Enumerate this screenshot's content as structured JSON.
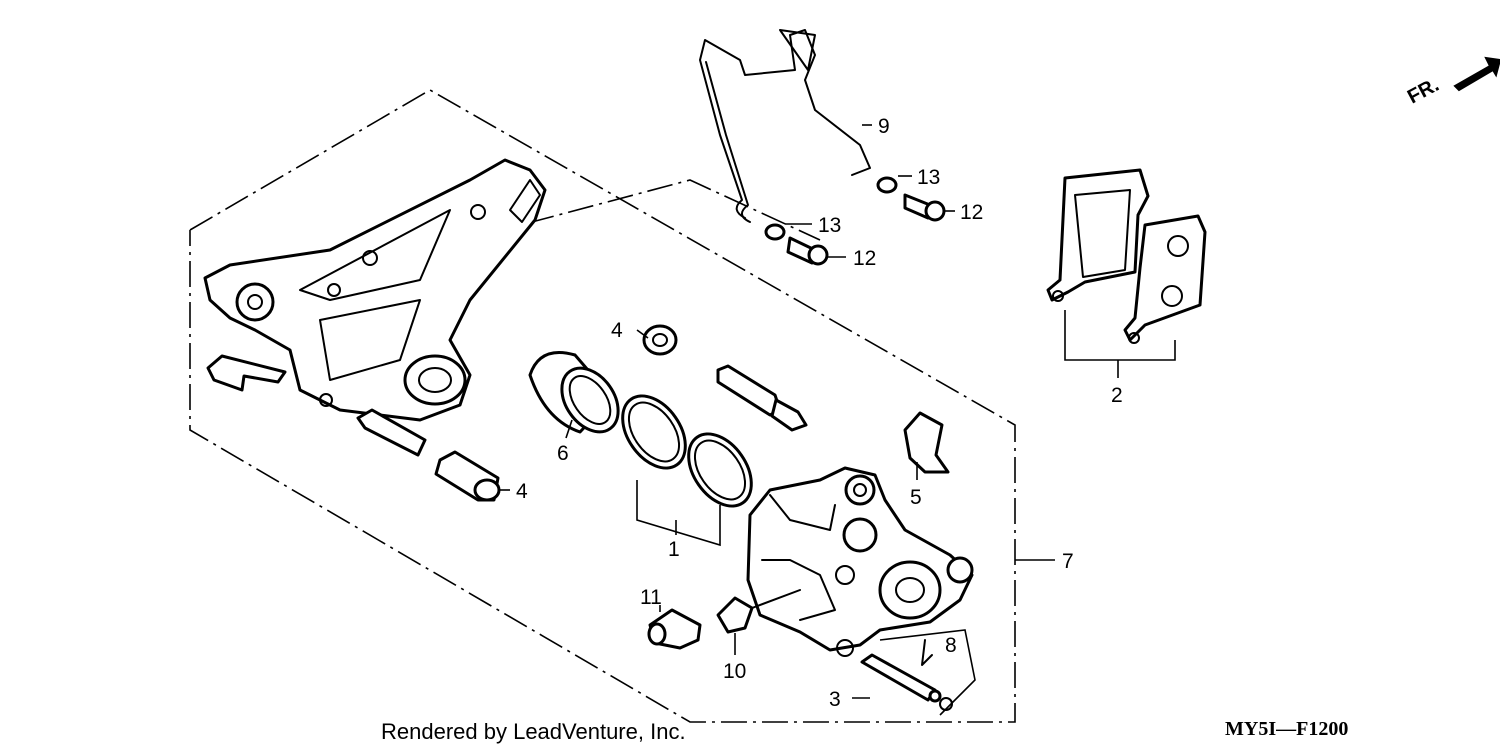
{
  "callouts": {
    "c1": "1",
    "c2": "2",
    "c3": "3",
    "c4a": "4",
    "c4b": "4",
    "c5": "5",
    "c6": "6",
    "c7": "7",
    "c8": "8",
    "c9": "9",
    "c10": "10",
    "c11": "11",
    "c12a": "12",
    "c12b": "12",
    "c13a": "13",
    "c13b": "13"
  },
  "direction_label": "FR.",
  "footer_text": "Rendered by LeadVenture, Inc.",
  "diagram_code": "MY5I—F1200"
}
